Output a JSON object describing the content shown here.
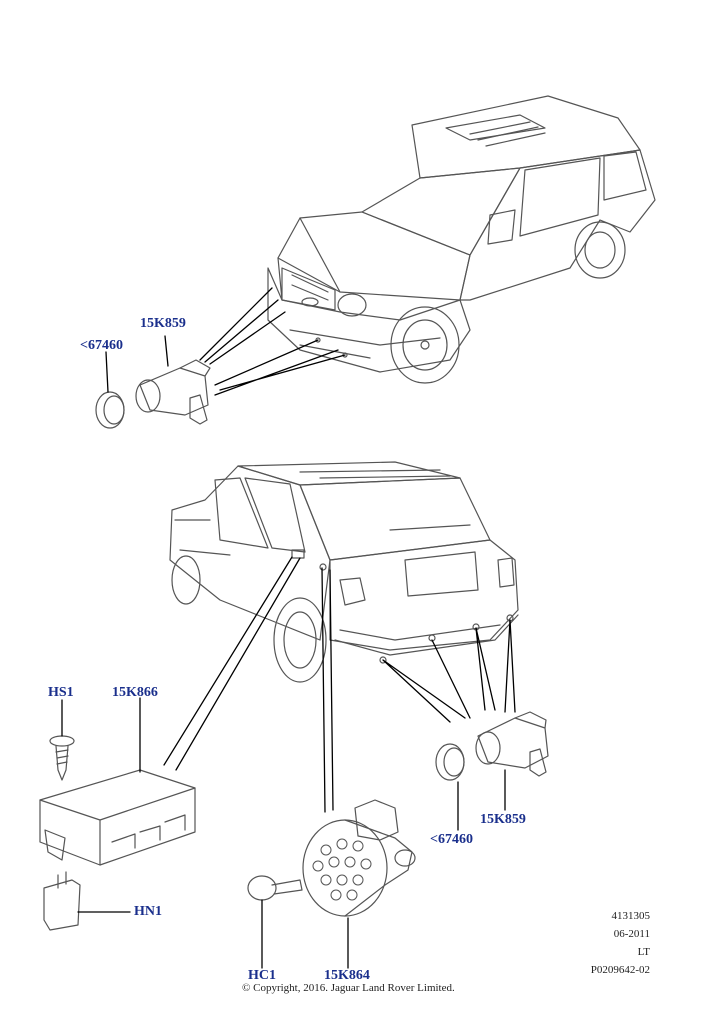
{
  "callouts": {
    "front_sensor": "15K859",
    "front_bezel": "<67460",
    "module": "15K866",
    "screw": "HS1",
    "bracket": "HN1",
    "rear_sensor": "15K859",
    "rear_bezel": "<67460",
    "sounder": "15K864",
    "clip": "HC1"
  },
  "reference": {
    "line1": "4131305",
    "line2": "06-2011",
    "line3": "LT",
    "line4": "P0209642-02"
  },
  "copyright": "© Copyright, 2016. Jaguar Land Rover Limited.",
  "colors": {
    "callout": "#1a2f8c",
    "line": "#555555",
    "leader": "#000000"
  }
}
